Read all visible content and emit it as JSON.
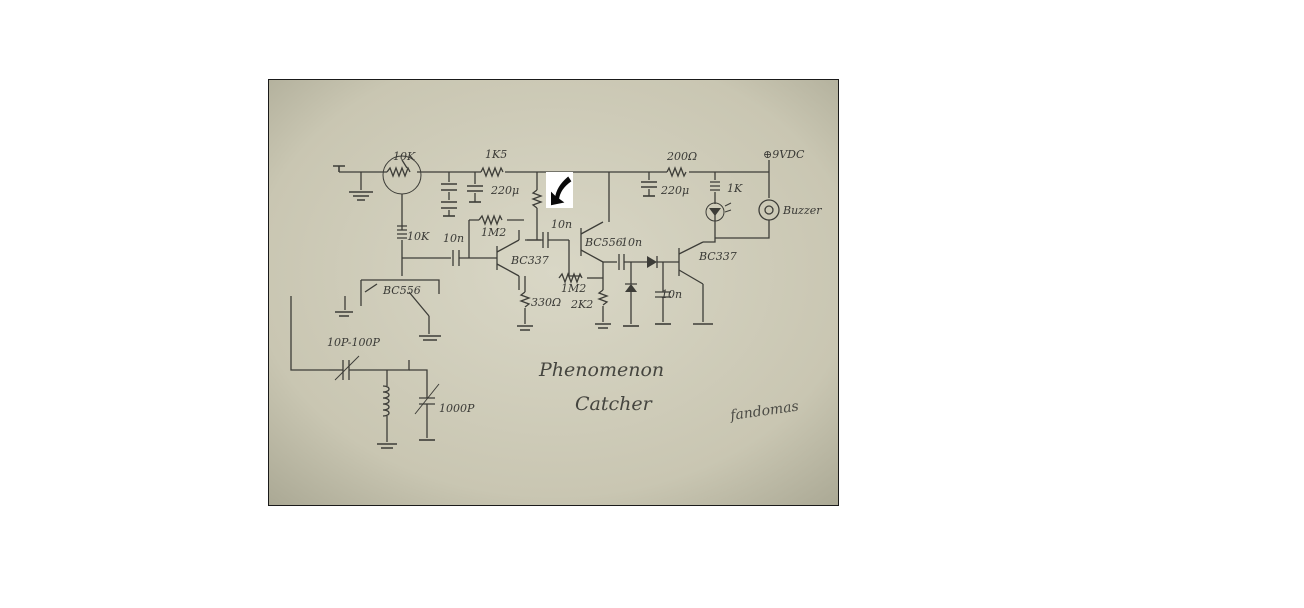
{
  "diagram": {
    "title_line1": "Phenomenon",
    "title_line2": "Catcher",
    "signature": "fandomas",
    "components": {
      "pot_10k": "10K",
      "r_1k5": "1K5",
      "r_200": "200Ω",
      "supply": "⊕9VDC",
      "c_220u_a": "220μ",
      "c_220u_b": "220μ",
      "r_1k": "1K",
      "buzzer": "Buzzer",
      "r_10k": "10K",
      "c_10n_a": "10n",
      "r_1m2_a": "1M2",
      "c_10n_b": "10n",
      "q_bc337_a": "BC337",
      "q_bc556_a": "BC556",
      "c_10n_c": "10n",
      "q_bc337_b": "BC337",
      "r_1m2_b": "1M2",
      "r_330": "330Ω",
      "r_2k2": "2K2",
      "c_10n_d": "10n",
      "q_bc556_b": "BC556",
      "c_trim": "10P-100P",
      "c_var": "1000P"
    }
  },
  "colors": {
    "paper": "#ccc9b6",
    "ink": "#3d3d38",
    "page_background": "#ffffff"
  },
  "icons": {
    "arrow": "black-curved-arrow-icon"
  }
}
